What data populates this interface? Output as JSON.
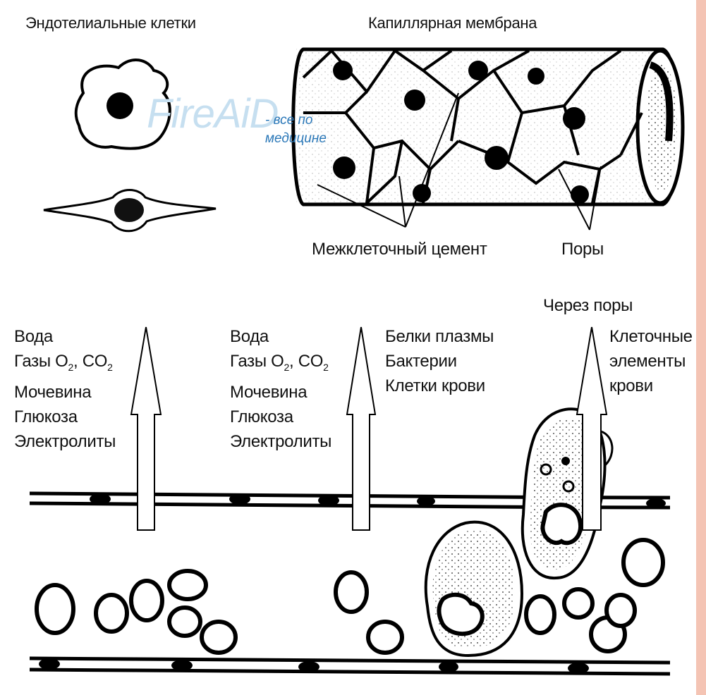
{
  "colors": {
    "border": "#f4c4b4",
    "ink": "#111111",
    "watermark_light": "#c6dff0",
    "watermark_dark": "#2b78b8"
  },
  "labels": {
    "endothelial_cells": "Эндотелиальные клетки",
    "capillary_membrane": "Капиллярная мембрана",
    "intercellular_cement": "Межклеточный цемент",
    "pores": "Поры",
    "through_pores": "Через поры"
  },
  "watermark": {
    "main": "FireAiD",
    "sub_line1": "- все по",
    "sub_line2": "медицине"
  },
  "list_left": [
    "Вода",
    "Газы O",
    "Мочевина",
    "Глюкоза",
    "Электролиты"
  ],
  "list_middle": [
    "Вода",
    "Газы O",
    "Мочевина",
    "Глюкоза",
    "Электролиты"
  ],
  "gas_suffix": {
    "o2_sub": "2",
    "co2_text": ", CO",
    "co2_sub": "2"
  },
  "list_blocked": [
    "Белки плазмы",
    "Бактерии",
    "Клетки крови"
  ],
  "list_right": [
    "Клеточные",
    "элементы",
    "крови"
  ],
  "icons": [
    "up-arrow-icon"
  ]
}
